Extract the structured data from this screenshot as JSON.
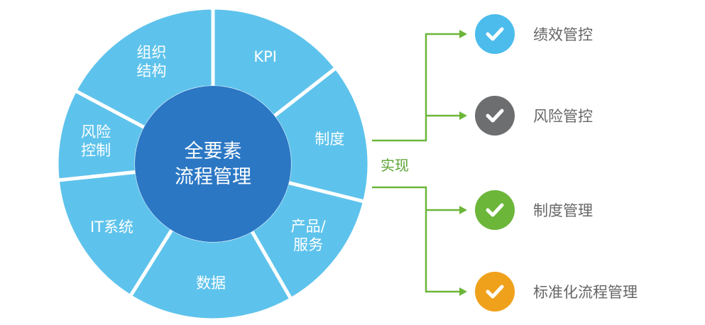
{
  "diagram": {
    "center_label_lines": [
      "全要素",
      "流程管理"
    ],
    "segments": [
      {
        "lines": [
          "组织",
          "结构"
        ]
      },
      {
        "lines": [
          "KPI"
        ]
      },
      {
        "lines": [
          "制度"
        ]
      },
      {
        "lines": [
          "产品/",
          "服务"
        ]
      },
      {
        "lines": [
          "数据"
        ]
      },
      {
        "lines": [
          "IT系统"
        ]
      },
      {
        "lines": [
          "风险",
          "控制"
        ]
      }
    ],
    "connector_label": "实现",
    "outcomes": [
      {
        "label": "绩效管控",
        "color": "#4bbcec",
        "icon": "check-icon"
      },
      {
        "label": "风险管控",
        "color": "#6d6e70",
        "icon": "check-icon"
      },
      {
        "label": "制度管理",
        "color": "#6cb63a",
        "icon": "check-icon"
      },
      {
        "label": "标准化流程管理",
        "color": "#f0a11b",
        "icon": "check-icon"
      }
    ],
    "colors": {
      "segment_fill": "#5ec3ec",
      "center_fill": "#2b77c4",
      "connector": "#6cb63a"
    }
  }
}
